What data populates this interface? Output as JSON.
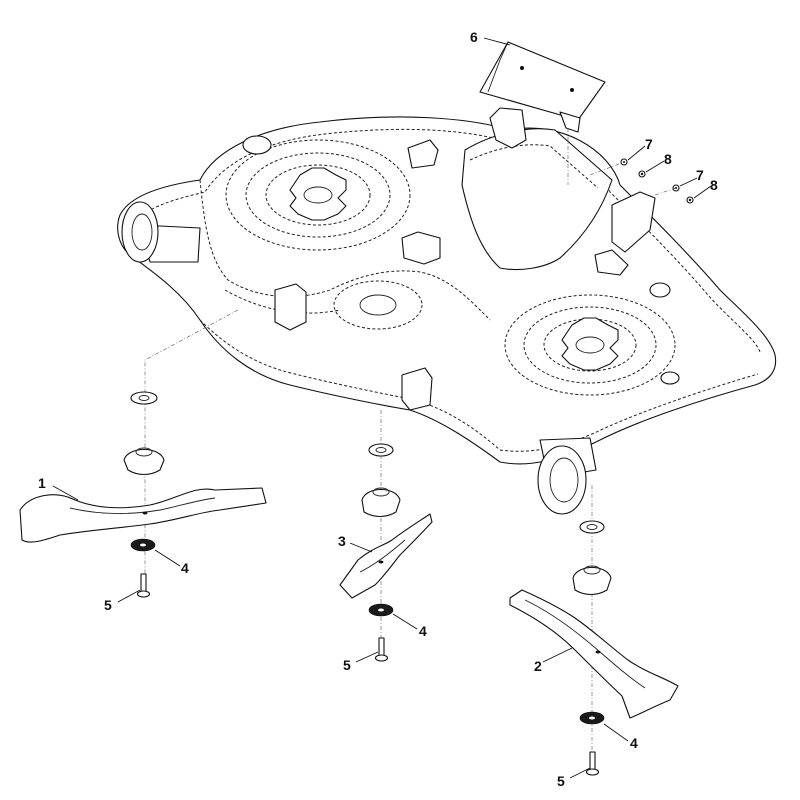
{
  "callouts": {
    "c1": "1",
    "c2": "2",
    "c3": "3",
    "c4a": "4",
    "c4b": "4",
    "c4c": "4",
    "c5a": "5",
    "c5b": "5",
    "c5c": "5",
    "c6": "6",
    "c7a": "7",
    "c7b": "7",
    "c8a": "8",
    "c8b": "8"
  },
  "colors": {
    "line": "#111111",
    "background": "#ffffff",
    "washer": "#1a1a1a"
  }
}
